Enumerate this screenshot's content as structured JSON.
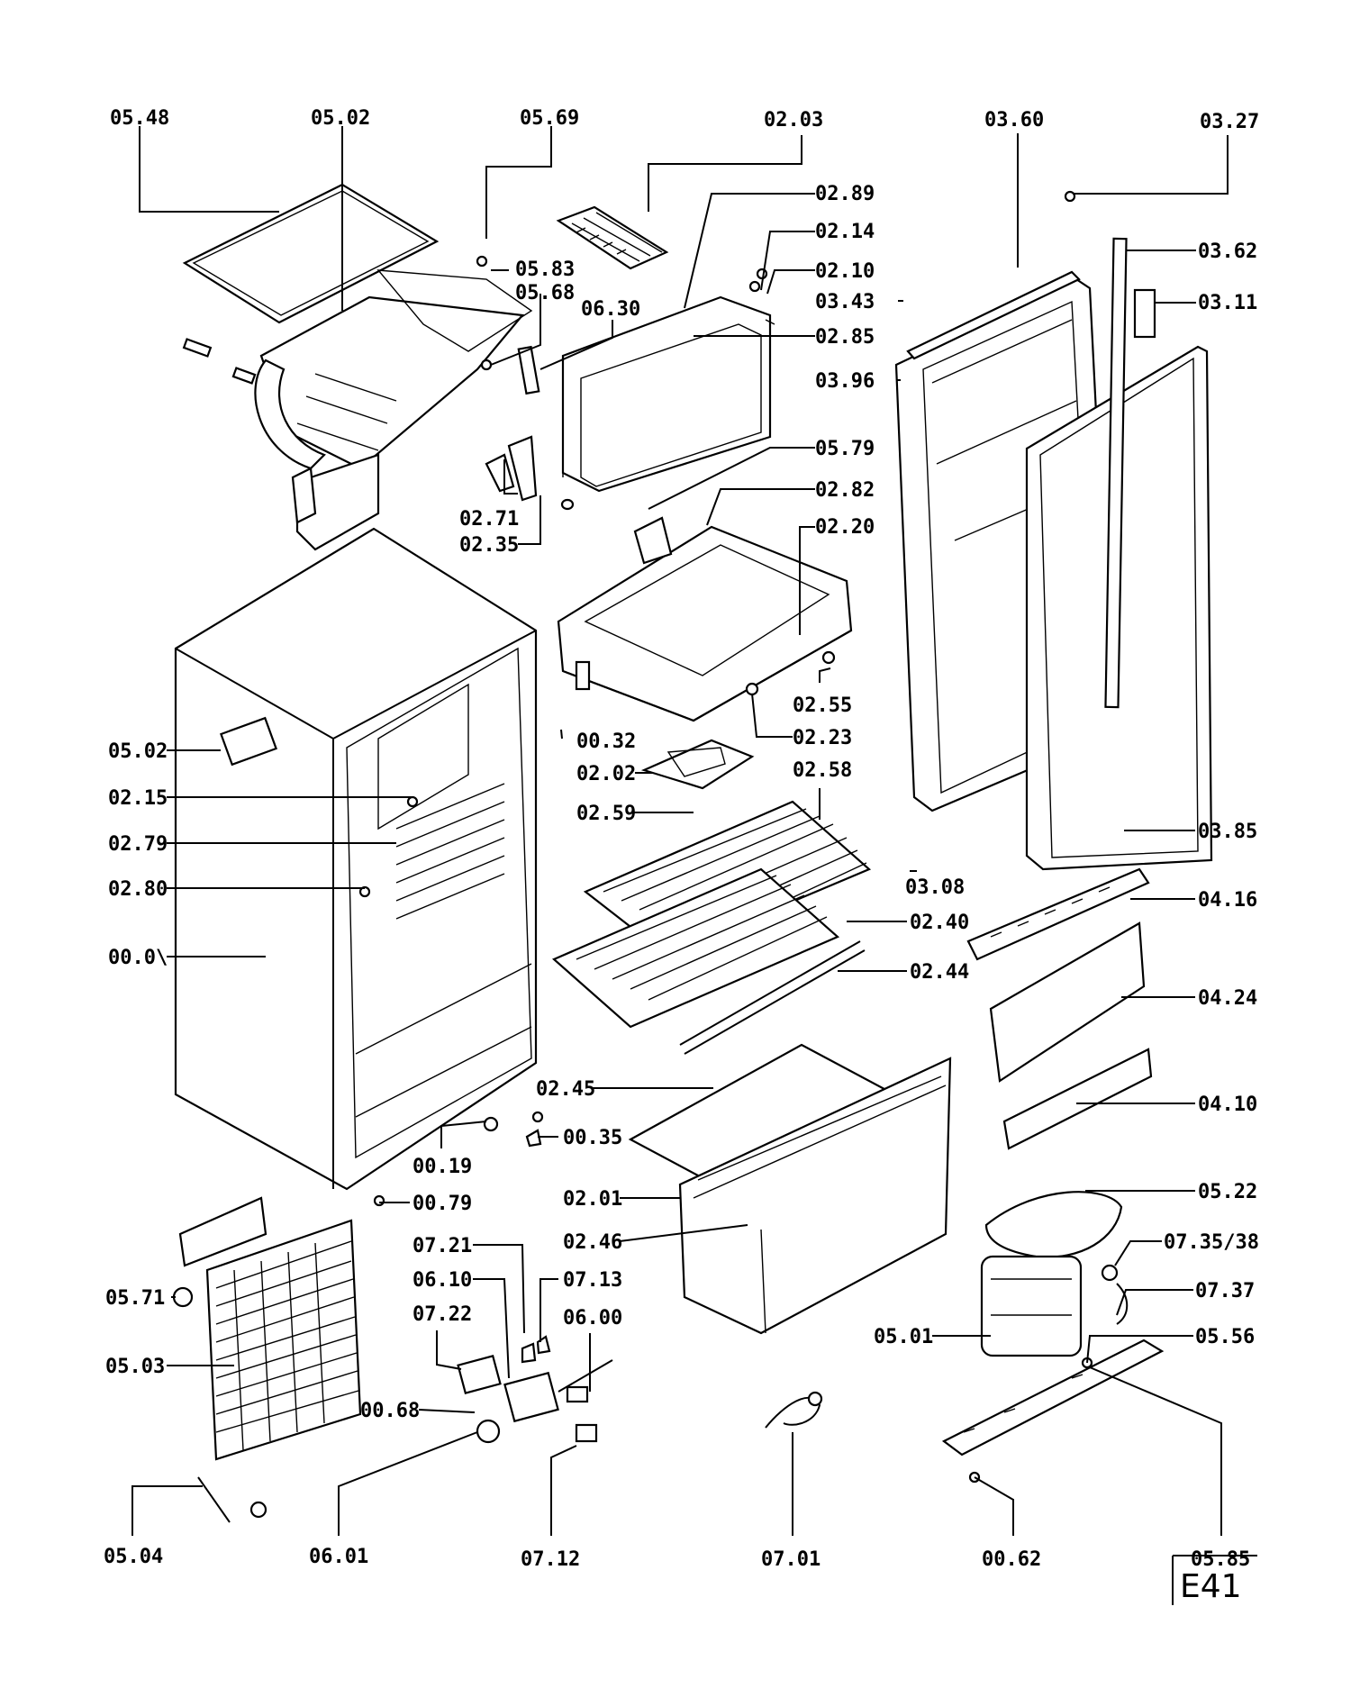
{
  "diagram": {
    "sheet_code": "E41",
    "parts": [
      {
        "id": "lbl-05-48",
        "text": "05.48"
      },
      {
        "id": "lbl-05-02-top",
        "text": "05.02"
      },
      {
        "id": "lbl-05-69",
        "text": "05.69"
      },
      {
        "id": "lbl-02-03",
        "text": "02.03"
      },
      {
        "id": "lbl-03-60",
        "text": "03.60"
      },
      {
        "id": "lbl-03-27",
        "text": "03.27"
      },
      {
        "id": "lbl-02-89",
        "text": "02.89"
      },
      {
        "id": "lbl-02-14",
        "text": "02.14"
      },
      {
        "id": "lbl-02-10",
        "text": "02.10"
      },
      {
        "id": "lbl-03-62",
        "text": "03.62"
      },
      {
        "id": "lbl-05-83",
        "text": "05.83"
      },
      {
        "id": "lbl-05-68",
        "text": "05.68"
      },
      {
        "id": "lbl-06-30",
        "text": "06.30"
      },
      {
        "id": "lbl-03-43",
        "text": "03.43"
      },
      {
        "id": "lbl-03-11",
        "text": "03.11"
      },
      {
        "id": "lbl-02-85",
        "text": "02.85"
      },
      {
        "id": "lbl-03-96",
        "text": "03.96"
      },
      {
        "id": "lbl-05-79",
        "text": "05.79"
      },
      {
        "id": "lbl-02-82",
        "text": "02.82"
      },
      {
        "id": "lbl-02-71",
        "text": "02.71"
      },
      {
        "id": "lbl-02-35",
        "text": "02.35"
      },
      {
        "id": "lbl-02-20",
        "text": "02.20"
      },
      {
        "id": "lbl-02-55",
        "text": "02.55"
      },
      {
        "id": "lbl-02-23",
        "text": "02.23"
      },
      {
        "id": "lbl-00-32",
        "text": "00.32"
      },
      {
        "id": "lbl-05-02-side",
        "text": "05.02"
      },
      {
        "id": "lbl-02-02",
        "text": "02.02"
      },
      {
        "id": "lbl-02-58",
        "text": "02.58"
      },
      {
        "id": "lbl-02-15",
        "text": "02.15"
      },
      {
        "id": "lbl-02-59",
        "text": "02.59"
      },
      {
        "id": "lbl-03-85",
        "text": "03.85"
      },
      {
        "id": "lbl-02-79",
        "text": "02.79"
      },
      {
        "id": "lbl-03-08",
        "text": "03.08"
      },
      {
        "id": "lbl-04-16",
        "text": "04.16"
      },
      {
        "id": "lbl-02-80",
        "text": "02.80"
      },
      {
        "id": "lbl-02-40",
        "text": "02.40"
      },
      {
        "id": "lbl-00-01",
        "text": "00.0\\"
      },
      {
        "id": "lbl-02-44",
        "text": "02.44"
      },
      {
        "id": "lbl-04-24",
        "text": "04.24"
      },
      {
        "id": "lbl-02-45",
        "text": "02.45"
      },
      {
        "id": "lbl-04-10",
        "text": "04.10"
      },
      {
        "id": "lbl-00-35",
        "text": "00.35"
      },
      {
        "id": "lbl-00-19",
        "text": "00.19"
      },
      {
        "id": "lbl-00-79",
        "text": "00.79"
      },
      {
        "id": "lbl-02-01",
        "text": "02.01"
      },
      {
        "id": "lbl-05-22",
        "text": "05.22"
      },
      {
        "id": "lbl-02-46",
        "text": "02.46"
      },
      {
        "id": "lbl-07-21",
        "text": "07.21"
      },
      {
        "id": "lbl-07-35-38",
        "text": "07.35/38"
      },
      {
        "id": "lbl-06-10",
        "text": "06.10"
      },
      {
        "id": "lbl-07-13",
        "text": "07.13"
      },
      {
        "id": "lbl-07-37",
        "text": "07.37"
      },
      {
        "id": "lbl-05-71",
        "text": "05.71"
      },
      {
        "id": "lbl-07-22",
        "text": "07.22"
      },
      {
        "id": "lbl-06-00",
        "text": "06.00"
      },
      {
        "id": "lbl-05-01",
        "text": "05.01"
      },
      {
        "id": "lbl-05-56",
        "text": "05.56"
      },
      {
        "id": "lbl-05-03",
        "text": "05.03"
      },
      {
        "id": "lbl-00-68",
        "text": "00.68"
      },
      {
        "id": "lbl-05-04",
        "text": "05.04"
      },
      {
        "id": "lbl-06-01",
        "text": "06.01"
      },
      {
        "id": "lbl-07-12",
        "text": "07.12"
      },
      {
        "id": "lbl-07-01",
        "text": "07.01"
      },
      {
        "id": "lbl-00-62",
        "text": "00.62"
      },
      {
        "id": "lbl-05-85",
        "text": "05.85"
      }
    ]
  }
}
